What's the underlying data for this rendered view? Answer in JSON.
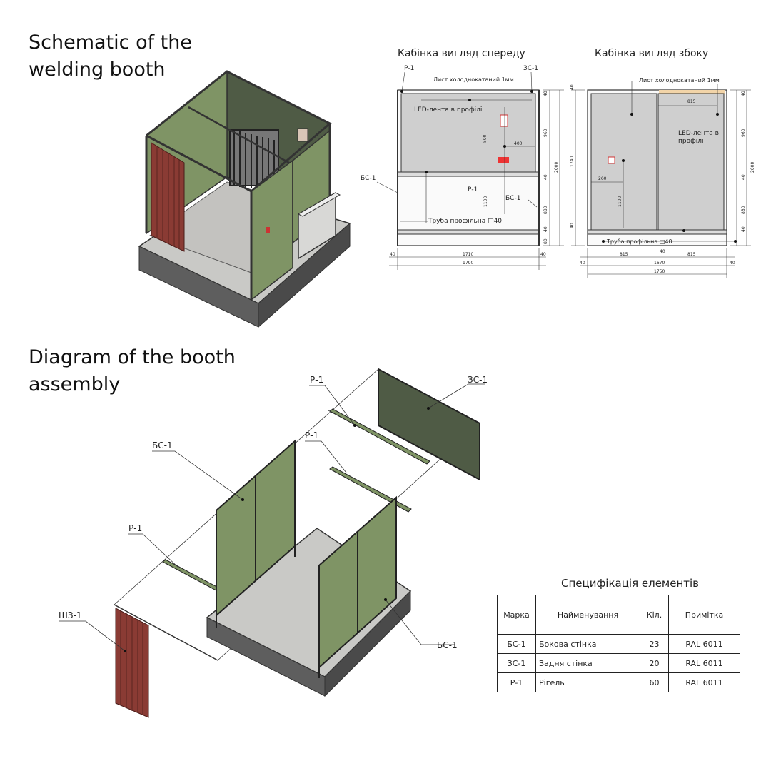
{
  "headings": {
    "schematic": [
      "Schematic of the",
      "welding booth"
    ],
    "assembly": [
      "Diagram of the booth",
      "assembly"
    ]
  },
  "front_view": {
    "title": "Кабінка вигляд спереду",
    "labels": {
      "p1": "Р-1",
      "zs1": "ЗС-1",
      "sheet": "Лист холоднокатаний 1мм",
      "led": "LED-лента в профілі",
      "bs1_left": "БС-1",
      "p1_mid": "Р-1",
      "bs1_right": "БС-1",
      "tube": "Труба профільна □40"
    },
    "dims": {
      "d500": "500",
      "d400": "400",
      "d1100": "1100",
      "d40_top": "40",
      "d960": "960",
      "d40_mid": "40",
      "d880": "880",
      "d40_bot": "40",
      "d80": "80",
      "d2000": "2000",
      "d40_left": "40",
      "d1710": "1710",
      "d40_right": "40",
      "d1790": "1790"
    }
  },
  "side_view": {
    "title": "Кабінка вигляд збоку",
    "labels": {
      "sheet": "Лист холоднокатаний 1мм",
      "led": [
        "LED-лента в",
        "профілі"
      ],
      "tube": "Труба профільна □40"
    },
    "dims": {
      "d40_top_l": "40",
      "d1740": "1740",
      "d40_bot_l": "40",
      "d815_top": "815",
      "d260": "260",
      "d1100": "1100",
      "d40_top_r": "40",
      "d960": "960",
      "d40_mid_r": "40",
      "d880": "880",
      "d40_bot_r": "40",
      "d2000": "2000",
      "d815_left": "815",
      "d40_center": "40",
      "d815_right": "815",
      "d40_l": "40",
      "d1670": "1670",
      "d40_r": "40",
      "d1750": "1750"
    }
  },
  "assembly_labels": {
    "p1_top": "Р-1",
    "zs1": "ЗС-1",
    "p1_mid": "Р-1",
    "bs1": "БС-1",
    "p1_left": "Р-1",
    "shz1": "ШЗ-1",
    "bs1_right": "БС-1"
  },
  "spec": {
    "title": "Специфікація елементів",
    "headers": [
      "Марка",
      "Найменування",
      "Кіл.",
      "Примітка"
    ],
    "rows": [
      {
        "mark": "БС-1",
        "name": "Бокова стінка",
        "qty": "23",
        "note": "RAL 6011"
      },
      {
        "mark": "ЗС-1",
        "name": "Задня стінка",
        "qty": "20",
        "note": "RAL 6011"
      },
      {
        "mark": "Р-1",
        "name": "Рігель",
        "qty": "60",
        "note": "RAL 6011"
      }
    ]
  },
  "colors": {
    "panel_green": "#7f9465",
    "panel_dark": "#4f5b45",
    "curtain": "#8a3b34",
    "floor": "#c9c9c6",
    "base": "#5e5e5e",
    "sheet_grey": "#cfcfcf"
  }
}
